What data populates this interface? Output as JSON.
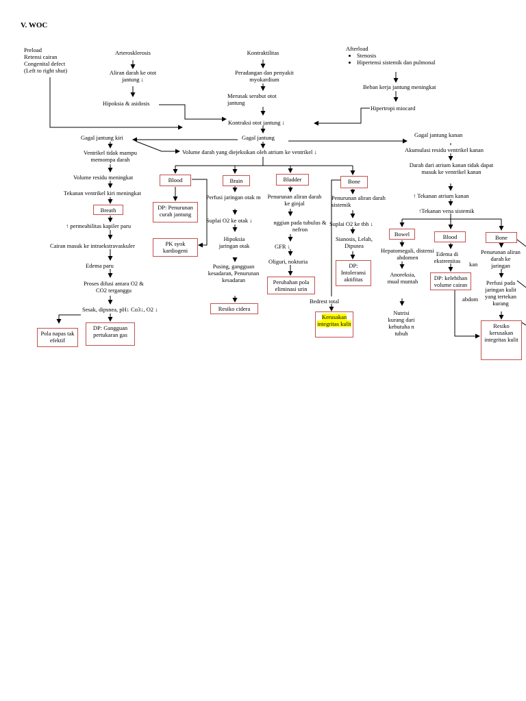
{
  "heading": "V.  WOC",
  "nodes": {
    "preload": [
      "Preload",
      "Retensi cairan",
      "Congenital defect",
      "(Left to right shut)"
    ],
    "arteroskl": "Arterosklerosis",
    "kontraktilitas": "Kontraktilitas",
    "afterload_title": "Afterload",
    "afterload_items": [
      "Stenosis",
      "Hipertensi sistemik dan pulmonal"
    ],
    "aliran_darah": "Aliran darah ke otot jantung ↓",
    "peradangan": "Peradangan dan penyakit myokardium",
    "hipoksia": "Hipoksia & asidosis",
    "merusak": "Merusak serabut otot jantung",
    "beban": "Beban kerja jantung meningkat",
    "hipertropi": "Hipertropi miocard",
    "kontraksi": "Kontraksi otot jantung ↓",
    "gagal": "Gagal jantung",
    "gagal_kiri": "Gagal jantung kiri",
    "gagal_kanan": "Gagal jantung kanan",
    "ventrikel": "Ventrikel tidak mampu memompa darah",
    "volume_darah": "Volume darah yang diejeksikan oleh atrium ke ventrikel ↓",
    "akumulasi": "Akumulasi residu ventrikel kanan",
    "volume_residu": "Volume residu meningkat",
    "darah_atrium": "Darah dari atrium kanan tidak dapat masuk ke ventrikel kanan",
    "tekanan_ventrikel": "Tekanan ventrikel kiri meningkat",
    "tekanan_atrium": "↑ Tekanan atrium kanan",
    "breath": "Breath",
    "permeabilitas": "↑ permeabilitas kapiler paru",
    "cairan_masuk": "Cairan masuk ke intraekstravaskuler",
    "edema_paru": "Edema paru",
    "proses_difusi": "Proses difusi antara O2 & CO2 terganggu",
    "sesak": "Sesak, dipsnea, pH↓ Co3↓, O2 ↓",
    "pola_napas": "Pola napas tak efektif",
    "dp_gangguan": "DP: Gangguan pertukaran gas",
    "blood": "Blood",
    "dp_penurunan": "DP: Penurunan curah jantung",
    "pk_syok": "PK syok kardiogeni",
    "brain": "Brain",
    "perfusi_otak": "Perfusi jaringan  otak m",
    "suplai_otak": "Suplai O2 ke otak ↓",
    "hipoksia_otak": "Hipoksia jaringan otak",
    "pusing": "Pusing, gangguan kesadaran, Penurunan kesadaran",
    "resiko_cidera": "Resiko cidera",
    "bladder": "Bladder",
    "penurunan_ginjal": "Penurunan aliran darah ke ginjal",
    "tubulus": "nggian pada tubulus & nefron",
    "gfr": "GFR ↓",
    "oliguri": "Oliguri, nokturia",
    "perubahan_pola": "Perubahan pola eliminasi urin",
    "bone": "Bone",
    "penurunan_sistemik": "Penurunan aliran darah sistemik",
    "suplai_tbh": "Suplai O2 ke tbh ↓",
    "sianosis": "Sianosis, Lelah, Dipsnea",
    "dp_intoleransi": "DP: Intoleransi aktifitas",
    "bedrest": "Bedrest total",
    "kerusakan": "Kerusakan integritas kulit",
    "tekanan_vena": "↑Tekanan vena sistemik",
    "bowel": "Bowel",
    "blood2": "Blood",
    "bone2": "Bone",
    "hepatomegali": "Hepatomegali, distensi abdomen",
    "anoreksia": "Anoreksia, mual muntah",
    "nutrisi": "Nutrisi kurang dari kebutuha n tubuh",
    "edema_ext": "Edema di ekstremitas",
    "dp_kelebihan": "DP: kelebihan volume cairan",
    "asites_frag": "kan",
    "abdomen_frag": "abdom",
    "penurunan_jaringan": "Penurunan aliran darah ke jaringan",
    "perfusi_kulit": "Perfusi pada jaringan kulit yang tertekan kurang",
    "resiko_kerusakan": "Resiko kerusakan integritas kulit"
  }
}
